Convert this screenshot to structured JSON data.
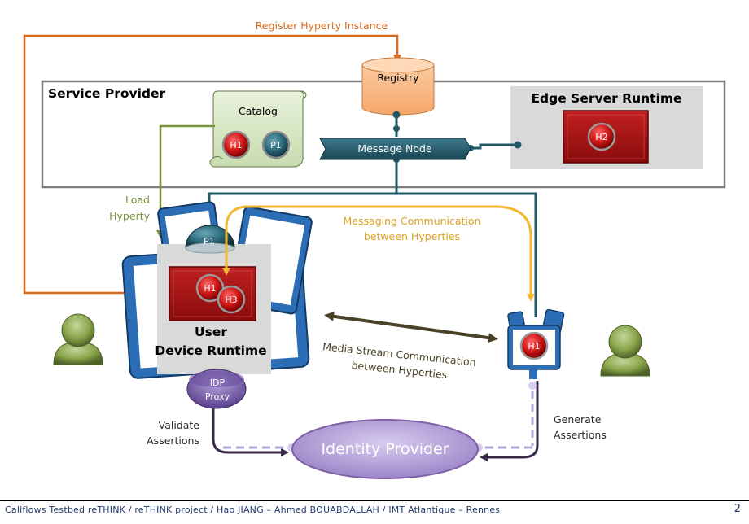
{
  "labels": {
    "register": "Register Hyperty Instance",
    "registry": "Registry",
    "service_provider": "Service  Provider",
    "catalog": "Catalog",
    "edge_server": "Edge Server Runtime",
    "message_node": "Message Node",
    "load_hyperty_1": "Load",
    "load_hyperty_2": "Hyperty",
    "messaging_1": "Messaging Communication",
    "messaging_2": "between Hyperties",
    "user_runtime_1": "User",
    "user_runtime_2": "Device Runtime",
    "media_1": "Media Stream Communication",
    "media_2": "between Hyperties",
    "idp_proxy_1": "IDP",
    "idp_proxy_2": "Proxy",
    "identity_provider": "Identity Provider",
    "validate_1": "Validate",
    "validate_2": "Assertions",
    "generate_1": "Generate",
    "generate_2": "Assertions"
  },
  "badges": {
    "h1": "H1",
    "h2": "H2",
    "h3": "H3",
    "p1": "P1"
  },
  "footer": {
    "text": "Callflows Testbed reTHINK / reTHINK project / Hao JIANG – Ahmed BOUABDALLAH / IMT Atlantique – Rennes",
    "page": "2"
  },
  "colors": {
    "orange": "#d9691d",
    "green": "#77933c",
    "teal": "#215967",
    "yellow": "#f2b830",
    "dark_brown": "#4a4228",
    "purple": "#7f5fa6",
    "lavender": "#b4a6d4",
    "runtime_red": "#b01616",
    "grey_panel": "#d9d9d9"
  }
}
